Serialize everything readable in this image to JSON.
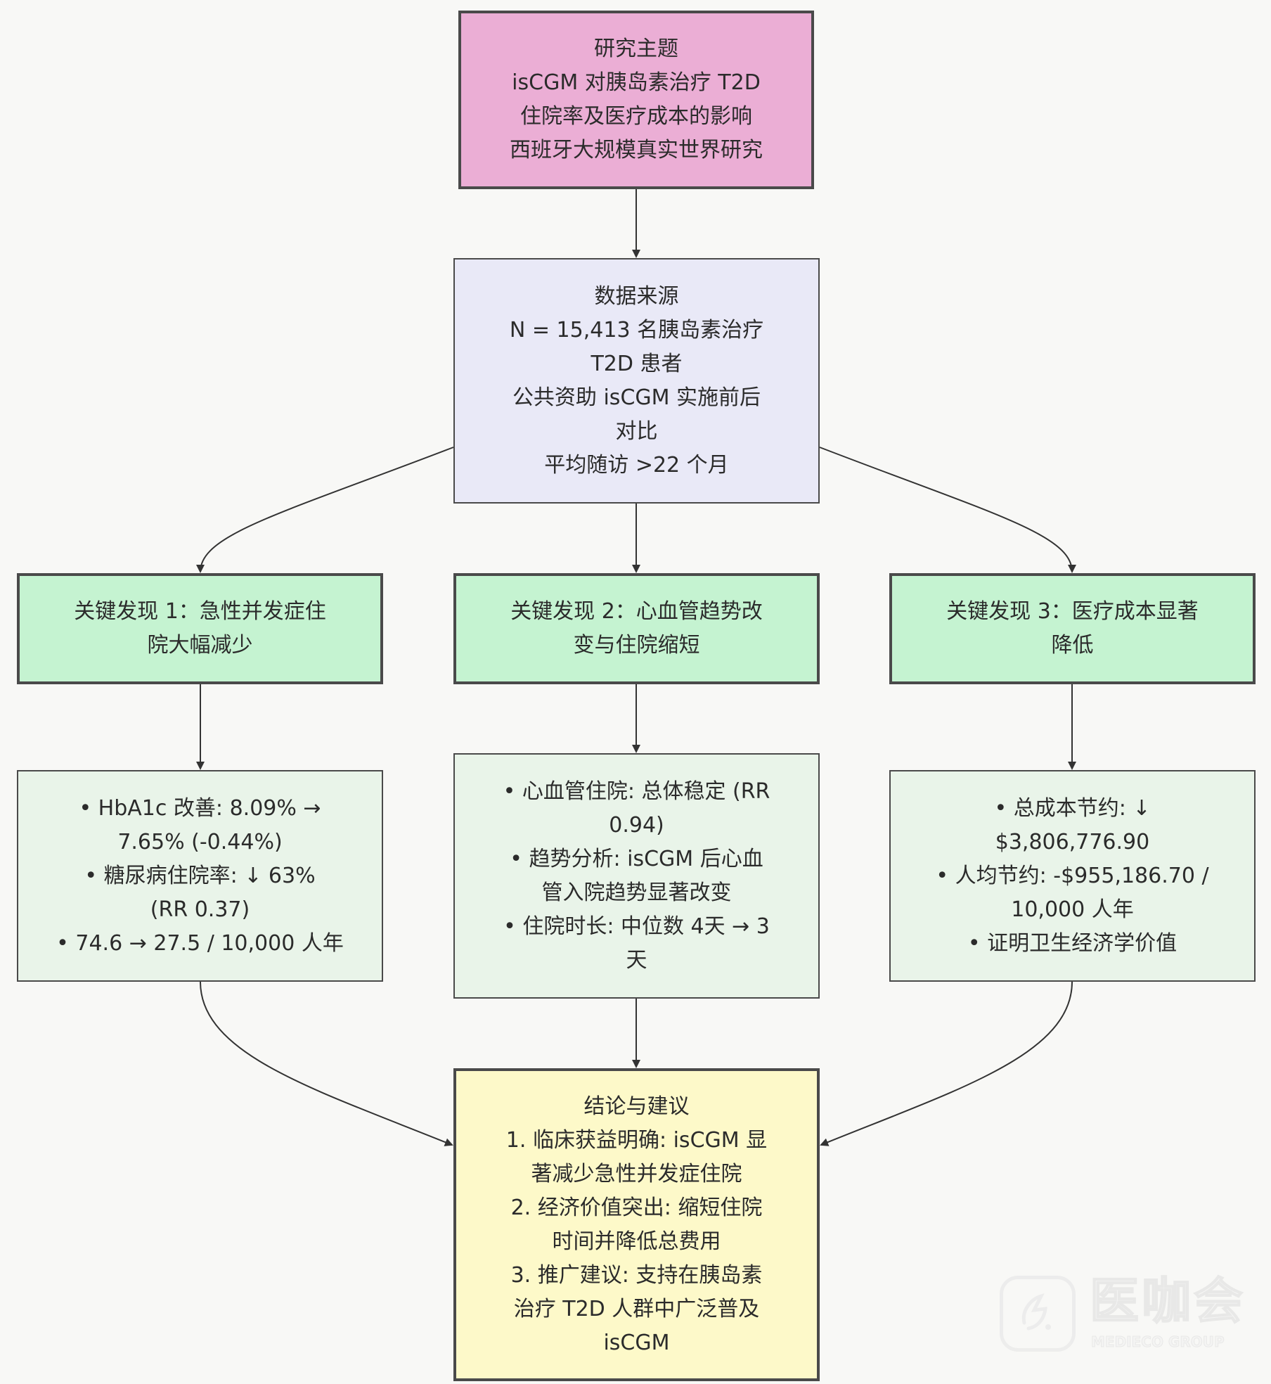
{
  "nodes": {
    "topic": [
      "研究主题",
      "isCGM 对胰岛素治疗 T2D",
      "住院率及医疗成本的影响",
      "西班牙大规模真实世界研究"
    ],
    "source": [
      "数据来源",
      "N = 15,413 名胰岛素治疗",
      "T2D 患者",
      "公共资助 isCGM 实施前后",
      "对比",
      "平均随访 >22 个月"
    ],
    "finding1": [
      "关键发现 1：急性并发症住",
      "院大幅减少"
    ],
    "finding2": [
      "关键发现 2：心血管趋势改",
      "变与住院缩短"
    ],
    "finding3": [
      "关键发现 3：医疗成本显著",
      "降低"
    ],
    "detail1": [
      "• HbA1c 改善: 8.09% →",
      "7.65% (-0.44%)",
      "• 糖尿病住院率: ↓ 63%",
      "(RR 0.37)",
      "• 74.6 → 27.5 / 10,000 人年"
    ],
    "detail2": [
      "• 心血管住院: 总体稳定 (RR",
      "0.94)",
      "• 趋势分析: isCGM 后心血",
      "管入院趋势显著改变",
      "• 住院时长: 中位数 4天 → 3",
      "天"
    ],
    "detail3": [
      "• 总成本节约: ↓",
      "$3,806,776.90",
      "• 人均节约: -$955,186.70 /",
      "10,000 人年",
      "• 证明卫生经济学价值"
    ],
    "conclusion": [
      "结论与建议",
      "1. 临床获益明确: isCGM 显",
      "著减少急性并发症住院",
      "2. 经济价值突出: 缩短住院",
      "时间并降低总费用",
      "3. 推广建议: 支持在胰岛素",
      "治疗 T2D 人群中广泛普及",
      "isCGM"
    ]
  },
  "watermark": {
    "name": "医咖会",
    "sub": "MEDIECO GROUP"
  },
  "colors": {
    "topic": "#ebaed5",
    "source": "#e9e9f7",
    "finding": "#c5f3d1",
    "detail": "#e9f4e9",
    "conclusion": "#fdf9c9",
    "edge": "#333333"
  }
}
